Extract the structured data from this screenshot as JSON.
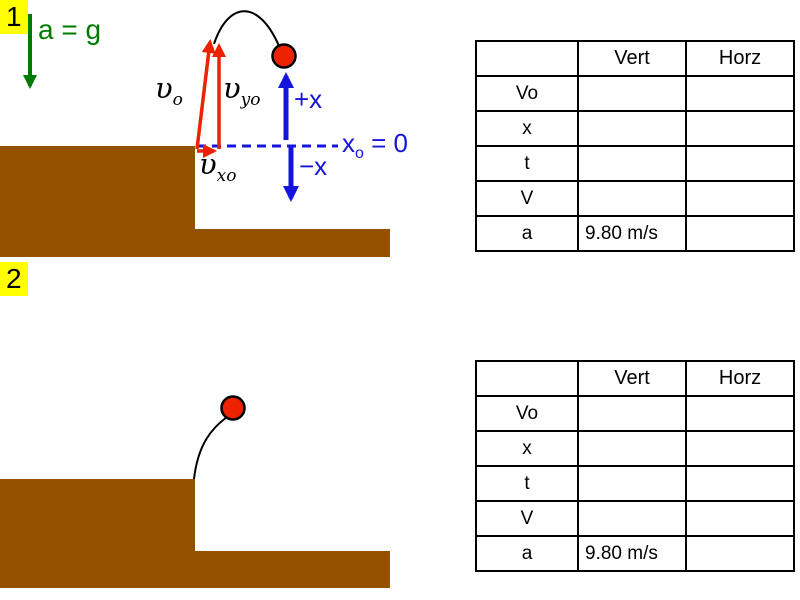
{
  "colors": {
    "brown": "#945200",
    "yellow": "#FFFF00",
    "green": "#007A00",
    "blue": "#1414DD",
    "red": "#EE2200"
  },
  "section1": {
    "number": "1",
    "accel_label": "a = g",
    "v0": {
      "base": "υ",
      "sub": "o"
    },
    "vy0": {
      "base": "υ",
      "sub": "yo"
    },
    "vx0": {
      "base": "υ",
      "sub": "xo"
    },
    "plus_x": "+x",
    "minus_x": "−x",
    "x0": {
      "base": "x",
      "sub": "o",
      "eq": " = 0"
    },
    "table": {
      "headers": [
        "Vert",
        "Horz"
      ],
      "rows": [
        {
          "label": "Vo",
          "vert": "",
          "horz": ""
        },
        {
          "label": "x",
          "vert": "",
          "horz": ""
        },
        {
          "label": "t",
          "vert": "",
          "horz": ""
        },
        {
          "label": "V",
          "vert": "",
          "horz": ""
        },
        {
          "label": "a",
          "vert": "9.80 m/s",
          "horz": ""
        }
      ]
    }
  },
  "section2": {
    "number": "2",
    "table": {
      "headers": [
        "Vert",
        "Horz"
      ],
      "rows": [
        {
          "label": "Vo",
          "vert": "",
          "horz": ""
        },
        {
          "label": "x",
          "vert": "",
          "horz": ""
        },
        {
          "label": "t",
          "vert": "",
          "horz": ""
        },
        {
          "label": "V",
          "vert": "",
          "horz": ""
        },
        {
          "label": "a",
          "vert": "9.80 m/s",
          "horz": ""
        }
      ]
    }
  }
}
